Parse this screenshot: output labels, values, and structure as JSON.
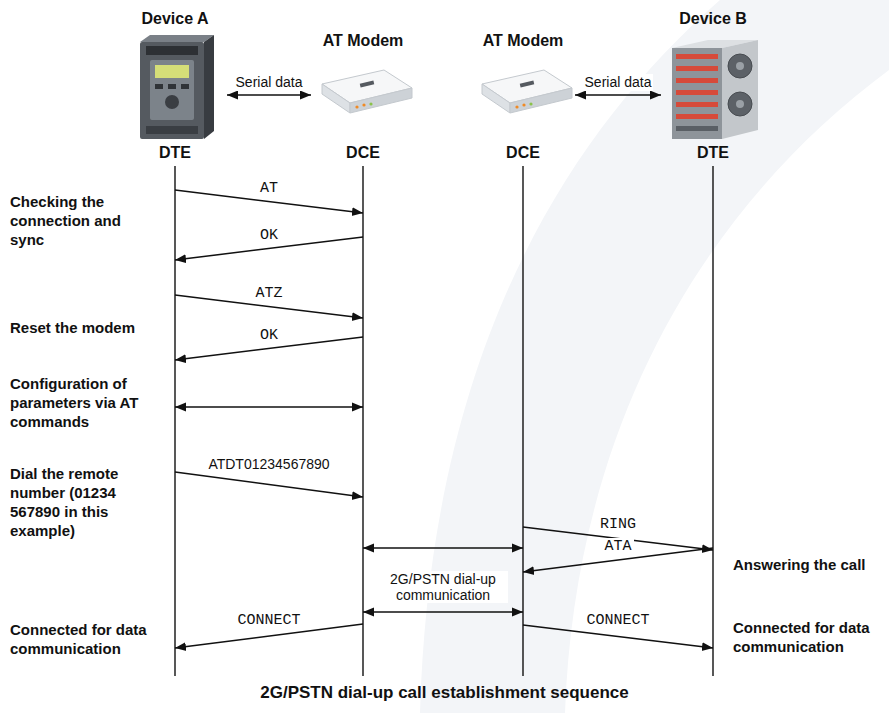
{
  "diagram": {
    "caption": "2G/PSTN dial-up call establishment sequence",
    "nodes": [
      {
        "text": [
          "Device A",
          "DTE"
        ]
      },
      {
        "text": [
          "AT Modem",
          "DCE"
        ]
      },
      {
        "text": [
          "AT Modem",
          "DCE"
        ]
      },
      {
        "text": [
          "Device B",
          "DTE"
        ]
      }
    ],
    "edges": [
      {
        "from": 0,
        "to": 1,
        "label": "Serial data",
        "arrow": "both"
      },
      {
        "from": 2,
        "to": 3,
        "label": "Serial data",
        "arrow": "both"
      },
      {
        "from": 0,
        "to": 1,
        "label": "AT",
        "arrow": "to"
      },
      {
        "from": 1,
        "to": 0,
        "label": "OK",
        "arrow": "to"
      },
      {
        "from": 0,
        "to": 1,
        "label": "ATZ",
        "arrow": "to"
      },
      {
        "from": 1,
        "to": 0,
        "label": "OK",
        "arrow": "to"
      },
      {
        "from": 0,
        "to": 1,
        "arrow": "both"
      },
      {
        "from": 0,
        "to": 1,
        "label": "ATDT01234567890",
        "arrow": "to"
      },
      {
        "from": 1,
        "to": 2,
        "arrow": "both"
      },
      {
        "from": 2,
        "to": 3,
        "label": "RING",
        "arrow": "to"
      },
      {
        "from": 3,
        "to": 2,
        "label": "ATA",
        "arrow": "to"
      },
      {
        "from": 1,
        "to": 2,
        "arrow": "both"
      },
      {
        "from": 1,
        "to": 0,
        "label": "CONNECT",
        "arrow": "to"
      },
      {
        "from": 2,
        "to": 3,
        "label": "CONNECT",
        "arrow": "to"
      }
    ],
    "labels": [
      "Checking the connection and sync",
      "Reset the modem",
      "Configuration of parameters via AT commands",
      "Dial the remote number (01234 567890 in this example)",
      "Answering the call",
      "Connected for data communication",
      "Connected for data communication",
      "2G/PSTN dial-up communication"
    ]
  }
}
